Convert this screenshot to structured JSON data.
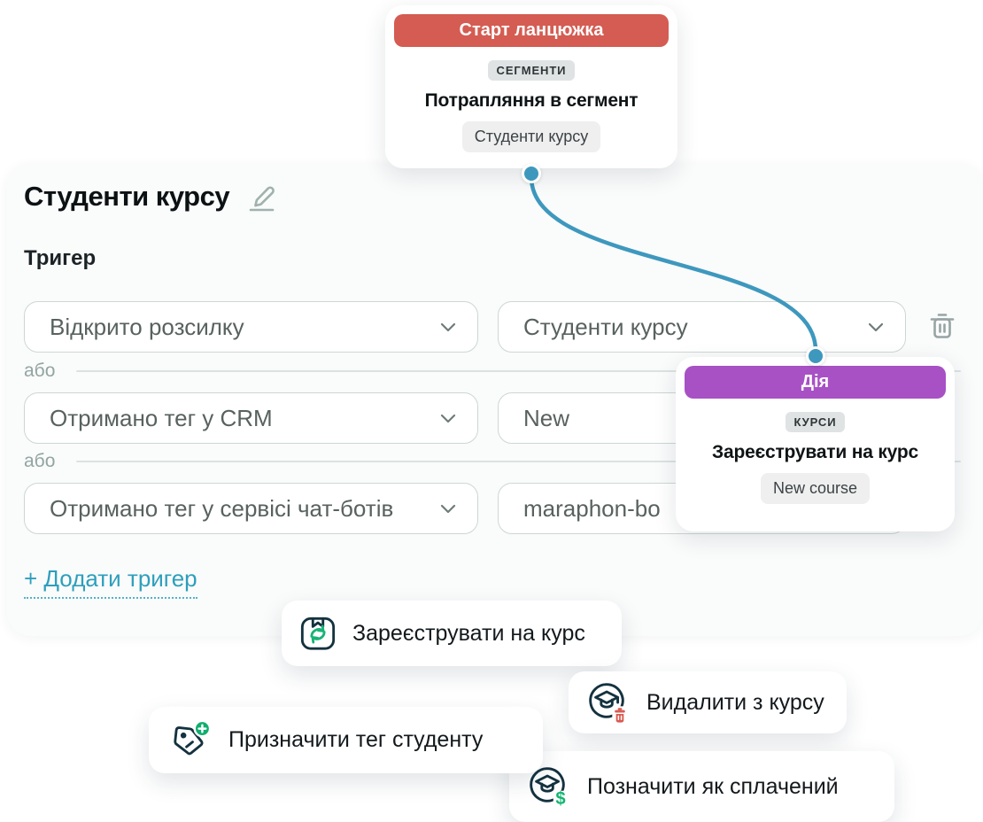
{
  "colors": {
    "start_header_bg": "#d45c52",
    "action_header_bg": "#a751c5",
    "connector": "#3e98be",
    "link": "#2d9fbc",
    "green_accent": "#10ae6e",
    "red_accent": "#d95b52",
    "navy_icon": "#14323f",
    "panel_bg": "#fafbfb"
  },
  "start_node": {
    "header": "Старт ланцюжка",
    "category": "СЕГМЕНТИ",
    "title": "Потрапляння в сегмент",
    "value": "Студенти курсу"
  },
  "panel": {
    "title": "Студенти курсу",
    "edit_icon": "pencil-icon",
    "section_title": "Тригер",
    "or_label": "або",
    "add_trigger_label": "+ Додати тригер",
    "rows": [
      {
        "trigger": "Відкрито розсилку",
        "value": "Студенти курсу"
      },
      {
        "trigger": "Отримано тег у CRM",
        "value": "New"
      },
      {
        "trigger": "Отримано тег у сервісі чат-ботів",
        "value": "maraphon-bo"
      }
    ]
  },
  "action_node": {
    "header": "Дія",
    "category": "КУРСИ",
    "title": "Зареєструвати на курс",
    "value": "New course"
  },
  "action_chips": [
    {
      "label": "Зареєструвати на курс",
      "icon": "course-enroll-icon"
    },
    {
      "label": "Видалити з курсу",
      "icon": "course-remove-icon"
    },
    {
      "label": "Призначити тег студенту",
      "icon": "tag-add-icon"
    },
    {
      "label": "Позначити як сплачений",
      "icon": "mark-paid-icon"
    }
  ]
}
